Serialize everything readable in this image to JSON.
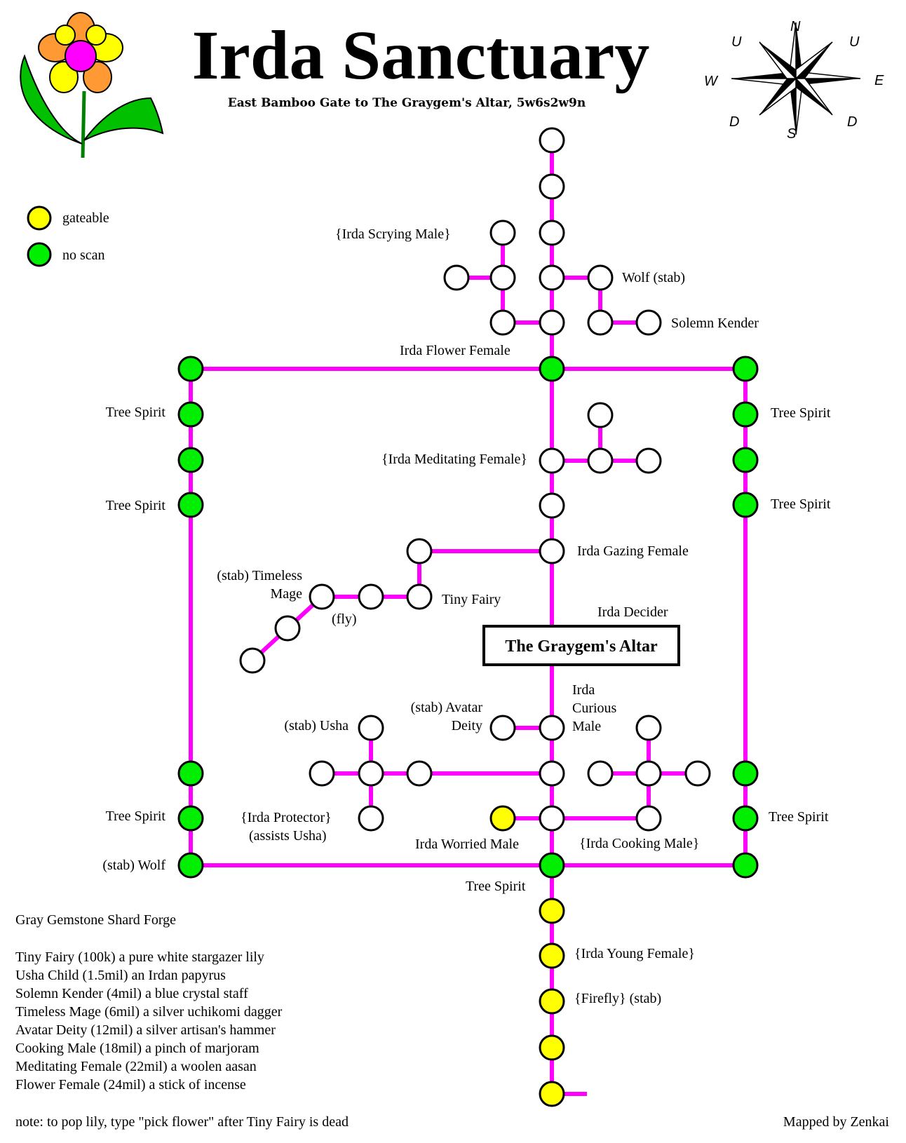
{
  "title": "Irda Sanctuary",
  "subtitle": "East Bamboo Gate to The Graygem's Altar, 5w6s2w9n",
  "colors": {
    "path": "#ff00ff",
    "room_default": "#ffffff",
    "gateable": "#ffff00",
    "no_scan": "#00ee00",
    "outline": "#000000"
  },
  "legend": [
    {
      "type": "gateable",
      "label": "gateable"
    },
    {
      "type": "no_scan",
      "label": "no scan"
    }
  ],
  "compass": {
    "n": "N",
    "s": "S",
    "e": "E",
    "w": "W",
    "u1": "U",
    "u2": "U",
    "d1": "D",
    "d2": "D"
  },
  "altar": "The Graygem's Altar",
  "labels": {
    "irda_scrying_male": "{Irda Scrying Male}",
    "wolf_stab": "Wolf (stab)",
    "solemn_kender": "Solemn Kender",
    "irda_flower_female": "Irda Flower Female",
    "tree_spirit_l1": "Tree Spirit",
    "tree_spirit_l2": "Tree Spirit",
    "tree_spirit_r1": "Tree Spirit",
    "tree_spirit_r2": "Tree Spirit",
    "irda_meditating_female": "{Irda Meditating Female}",
    "irda_gazing_female": "Irda Gazing Female",
    "stab_timeless": "(stab) Timeless",
    "mage": "Mage",
    "fly": "(fly)",
    "tiny_fairy": "Tiny Fairy",
    "irda_decider": "Irda Decider",
    "stab_usha": "(stab) Usha",
    "stab_avatar": "(stab) Avatar",
    "deity": "Deity",
    "irda": "Irda",
    "curious": "Curious",
    "male": "Male",
    "tree_spirit_l3": "Tree Spirit",
    "irda_protector": "{Irda Protector}",
    "assists_usha": "(assists Usha)",
    "tree_spirit_r3": "Tree Spirit",
    "irda_worried_male": "Irda Worried Male",
    "irda_cooking_male": "{Irda Cooking Male}",
    "stab_wolf": "(stab) Wolf",
    "tree_spirit_bottom": "Tree Spirit",
    "irda_young_female": "{Irda Young Female}",
    "firefly": "{Firefly} (stab)"
  },
  "forge": {
    "heading": "Gray Gemstone Shard Forge",
    "items": [
      "Tiny Fairy (100k) a pure white stargazer lily",
      "Usha Child (1.5mil) an Irdan papyrus",
      "Solemn Kender (4mil) a blue crystal staff",
      "Timeless Mage (6mil) a silver uchikomi dagger",
      "Avatar Deity (12mil) a silver artisan's hammer",
      "Cooking Male (18mil) a pinch of marjoram",
      "Meditating Female (22mil) a woolen aasan",
      "Flower Female (24mil) a stick of incense"
    ]
  },
  "note": "note: to pop lily, type \"pick flower\" after Tiny Fairy is dead",
  "credit": "Mapped by Zenkai"
}
